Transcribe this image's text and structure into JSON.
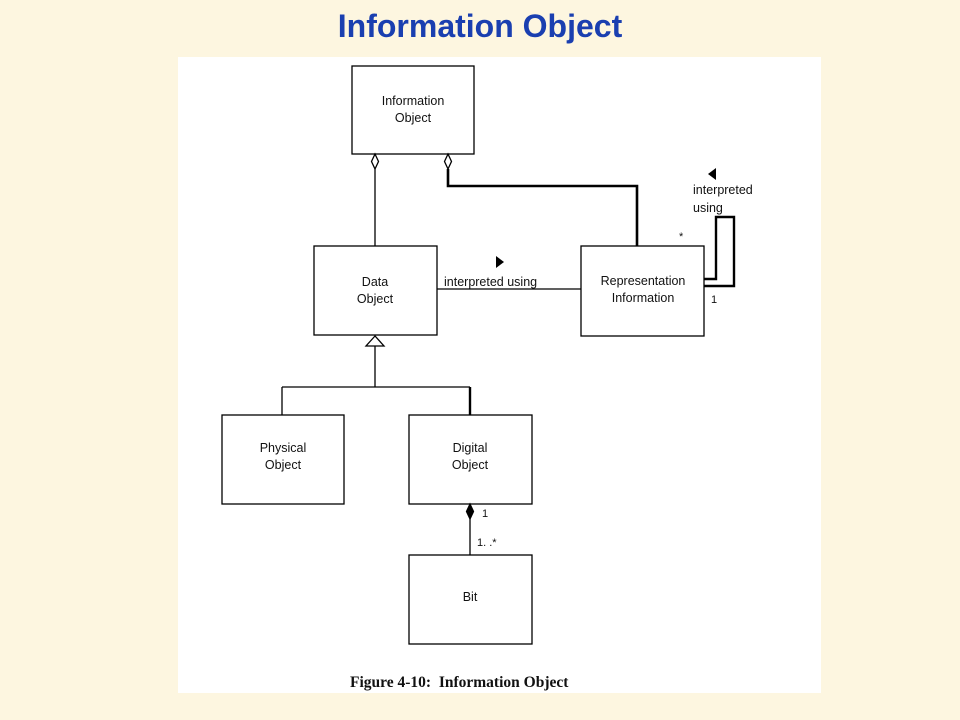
{
  "slide": {
    "title": "Information Object"
  },
  "diagram": {
    "boxes": {
      "information_object": [
        "Information",
        "Object"
      ],
      "data_object": [
        "Data",
        "Object"
      ],
      "representation_information": [
        "Representation",
        "Information"
      ],
      "physical_object": [
        "Physical",
        "Object"
      ],
      "digital_object": [
        "Digital",
        "Object"
      ],
      "bit": [
        "Bit"
      ]
    },
    "associations": {
      "data_interpreted_using": "interpreted using",
      "self_interpreted": [
        "interpreted",
        "using"
      ]
    },
    "multiplicities": {
      "self_star": "*",
      "self_one": "1",
      "digital_one": "1",
      "bit_one_many": "1. .*"
    },
    "caption": "Figure 4-10:  Information Object"
  }
}
